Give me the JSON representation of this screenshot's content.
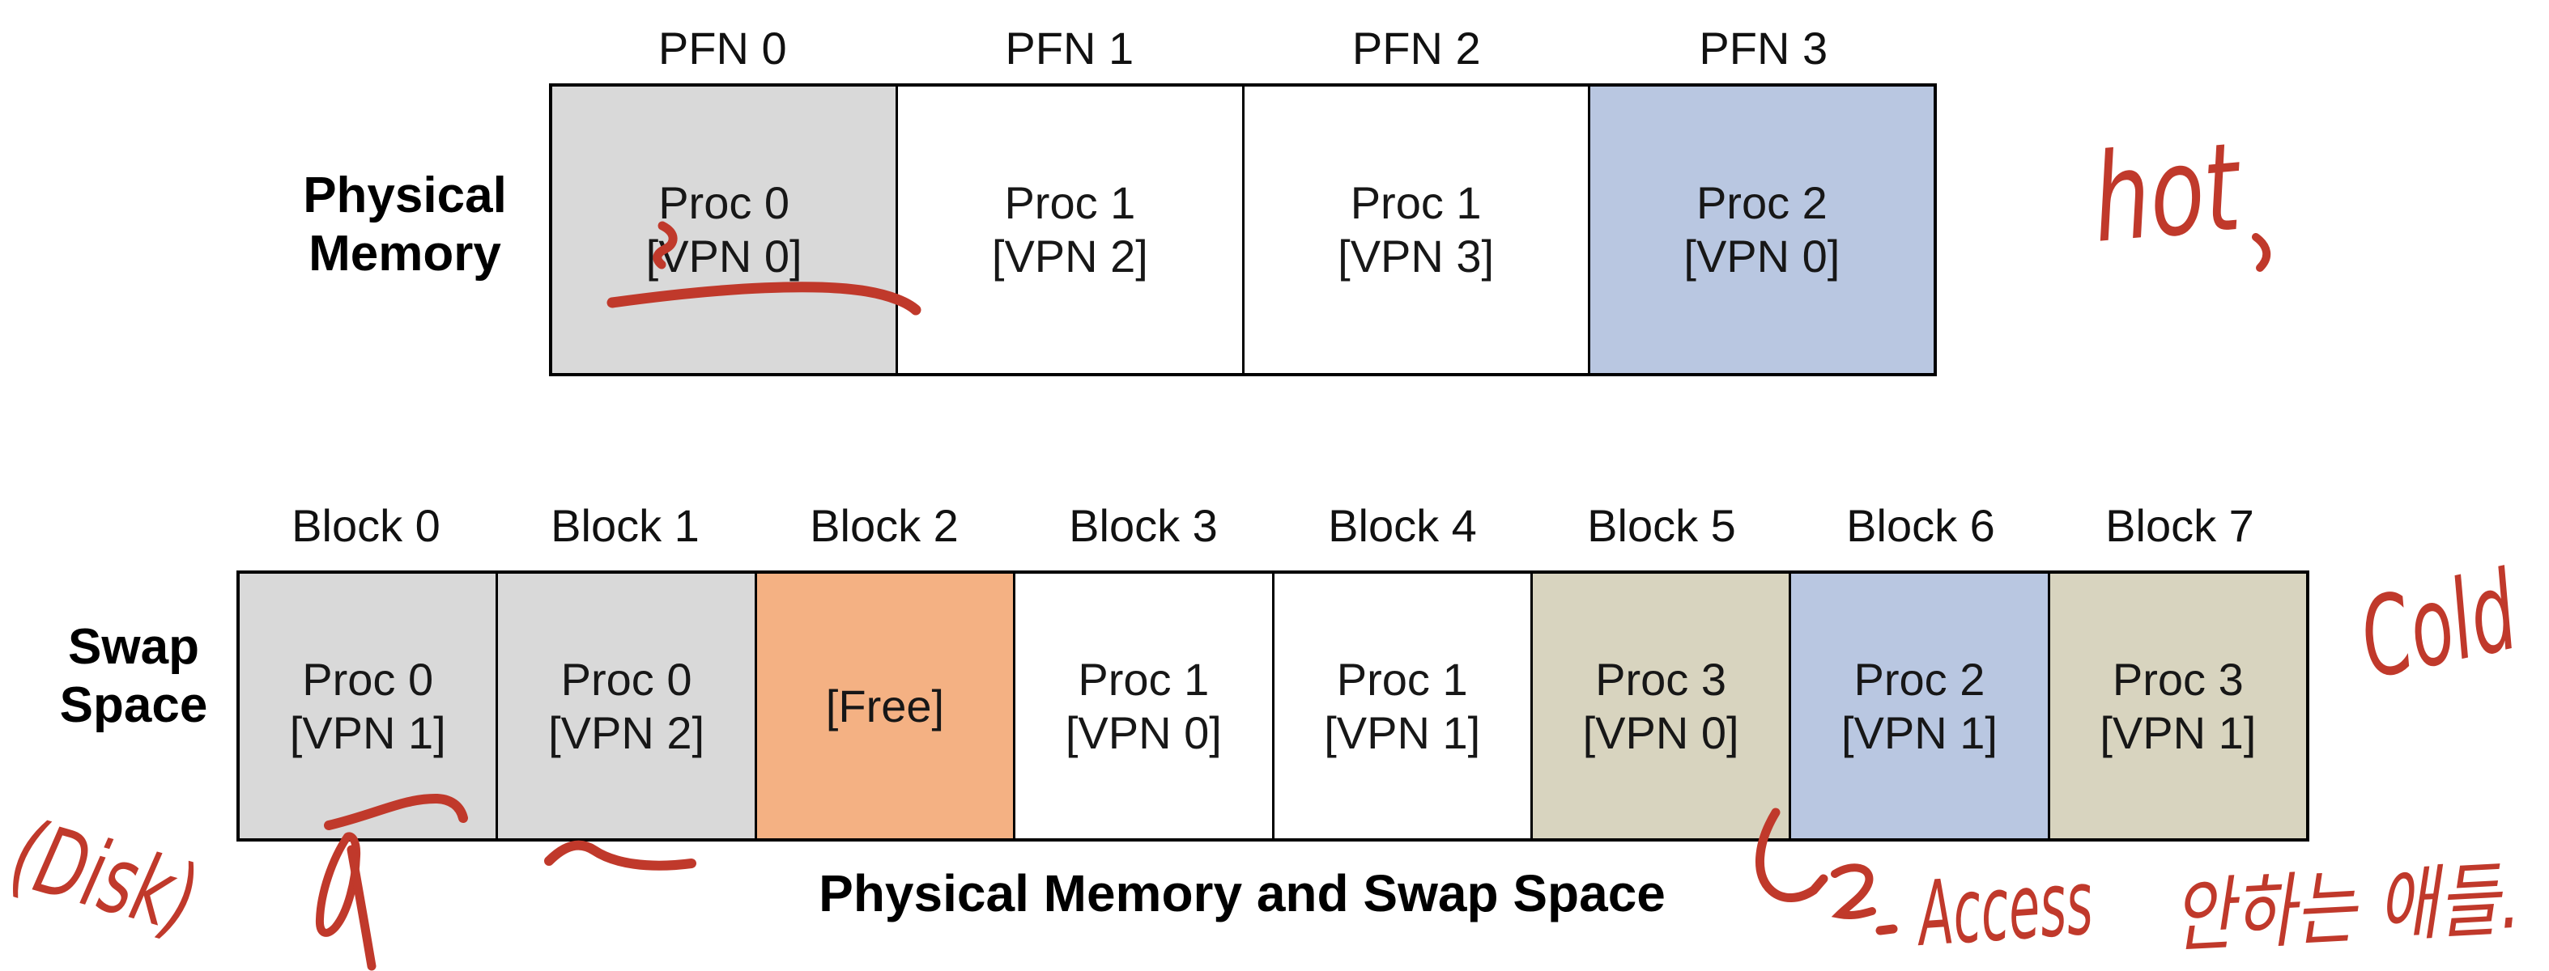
{
  "physical_memory": {
    "section_label_line1": "Physical",
    "section_label_line2": "Memory",
    "frames": [
      {
        "pfn_label": "PFN 0",
        "proc": "Proc 0",
        "vpn": "[VPN 0]",
        "fill": "#d9d9d9"
      },
      {
        "pfn_label": "PFN 1",
        "proc": "Proc 1",
        "vpn": "[VPN 2]",
        "fill": "#ffffff"
      },
      {
        "pfn_label": "PFN 2",
        "proc": "Proc 1",
        "vpn": "[VPN 3]",
        "fill": "#ffffff"
      },
      {
        "pfn_label": "PFN 3",
        "proc": "Proc 2",
        "vpn": "[VPN 0]",
        "fill": "#b9c7e1"
      }
    ]
  },
  "swap_space": {
    "section_label_line1": "Swap",
    "section_label_line2": "Space",
    "blocks": [
      {
        "block_label": "Block 0",
        "proc": "Proc 0",
        "vpn": "[VPN 1]",
        "fill": "#d9d9d9"
      },
      {
        "block_label": "Block 1",
        "proc": "Proc 0",
        "vpn": "[VPN 2]",
        "fill": "#d9d9d9"
      },
      {
        "block_label": "Block 2",
        "proc": "[Free]",
        "vpn": "",
        "fill": "#f4b183"
      },
      {
        "block_label": "Block 3",
        "proc": "Proc 1",
        "vpn": "[VPN 0]",
        "fill": "#ffffff"
      },
      {
        "block_label": "Block 4",
        "proc": "Proc 1",
        "vpn": "[VPN 1]",
        "fill": "#ffffff"
      },
      {
        "block_label": "Block 5",
        "proc": "Proc 3",
        "vpn": "[VPN 0]",
        "fill": "#d8d4bf"
      },
      {
        "block_label": "Block 6",
        "proc": "Proc 2",
        "vpn": "[VPN 1]",
        "fill": "#b9c7e1"
      },
      {
        "block_label": "Block 7",
        "proc": "Proc 3",
        "vpn": "[VPN 1]",
        "fill": "#d8d4bf"
      }
    ]
  },
  "caption": "Physical Memory and Swap Space",
  "annotations": {
    "ink_color": "#c0392b",
    "hot": "hot",
    "cold": "Cold",
    "disk": "(Disk)",
    "access_word": "Access",
    "korean_note": "안하는 애들."
  }
}
